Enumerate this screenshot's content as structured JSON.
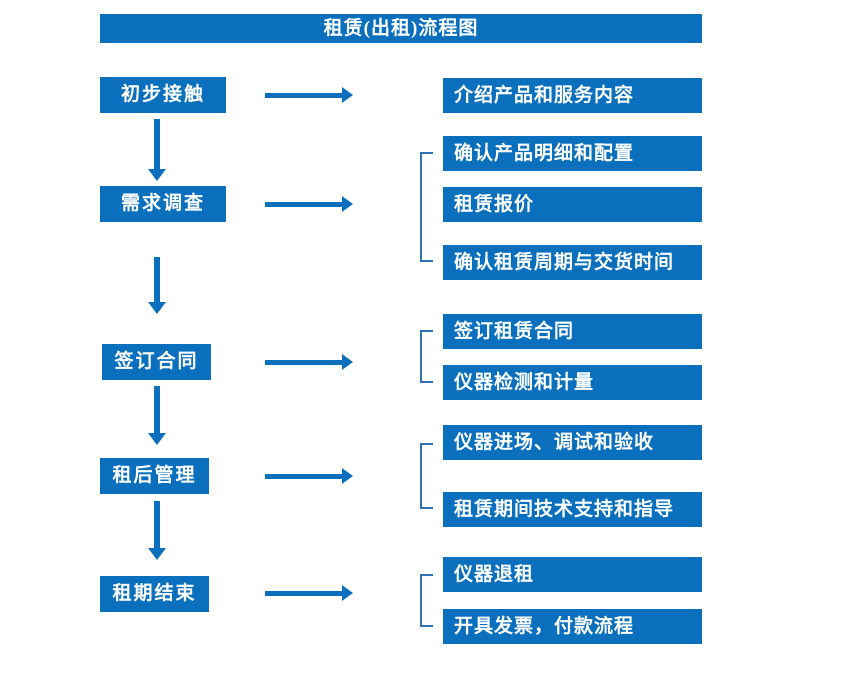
{
  "title": "租赁(出租)流程图",
  "colors": {
    "primary_blue": "#0a70bd",
    "bracket_blue": "#2e74b5",
    "text_white": "#ffffff"
  },
  "stages": [
    {
      "label": "初步接触",
      "details": [
        "介绍产品和服务内容"
      ]
    },
    {
      "label": "需求调查",
      "details": [
        "确认产品明细和配置",
        "租赁报价",
        "确认租赁周期与交货时间"
      ]
    },
    {
      "label": "签订合同",
      "details": [
        "签订租赁合同",
        "仪器检测和计量"
      ]
    },
    {
      "label": "租后管理",
      "details": [
        "仪器进场、调试和验收",
        "租赁期间技术支持和指导"
      ]
    },
    {
      "label": "租期结束",
      "details": [
        "仪器退租",
        "开具发票，付款流程"
      ]
    }
  ]
}
